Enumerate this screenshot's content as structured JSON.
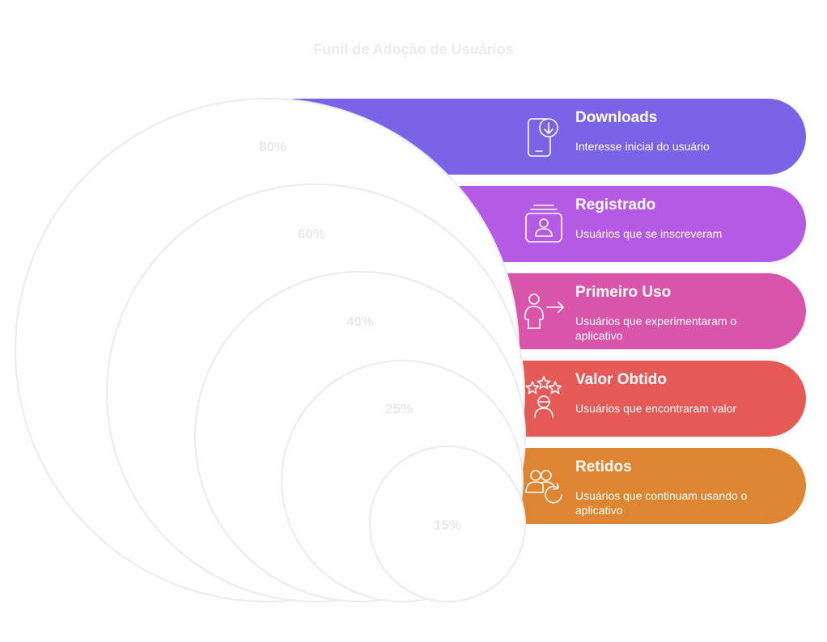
{
  "title": "Funil de Adoção de Usuários",
  "colors": {
    "circle_stroke": "#ececee",
    "circle_fill": "#ffffff",
    "text_on_pill": "#ffffff",
    "percent_text": "#e9e9ec"
  },
  "stages": [
    {
      "label": "Downloads",
      "description": [
        "Interesse inicial do usuário"
      ],
      "percent": "80%",
      "value": 80,
      "color": "#7b63e8",
      "icon": "phone-download-icon"
    },
    {
      "label": "Registrado",
      "description": [
        "Usuários que se inscreveram"
      ],
      "percent": "60%",
      "value": 60,
      "color": "#b55ae4",
      "icon": "profile-card-icon"
    },
    {
      "label": "Primeiro Uso",
      "description": [
        "Usuários que experimentaram o",
        "aplicativo"
      ],
      "percent": "40%",
      "value": 40,
      "color": "#d955aa",
      "icon": "person-arrow-icon"
    },
    {
      "label": "Valor Obtido",
      "description": [
        "Usuários que encontraram valor"
      ],
      "percent": "25%",
      "value": 25,
      "color": "#e55a57",
      "icon": "person-stars-icon"
    },
    {
      "label": "Retidos",
      "description": [
        "Usuários que continuam usando o",
        "aplicativo"
      ],
      "percent": "15%",
      "value": 15,
      "color": "#de8531",
      "icon": "users-refresh-icon"
    }
  ]
}
